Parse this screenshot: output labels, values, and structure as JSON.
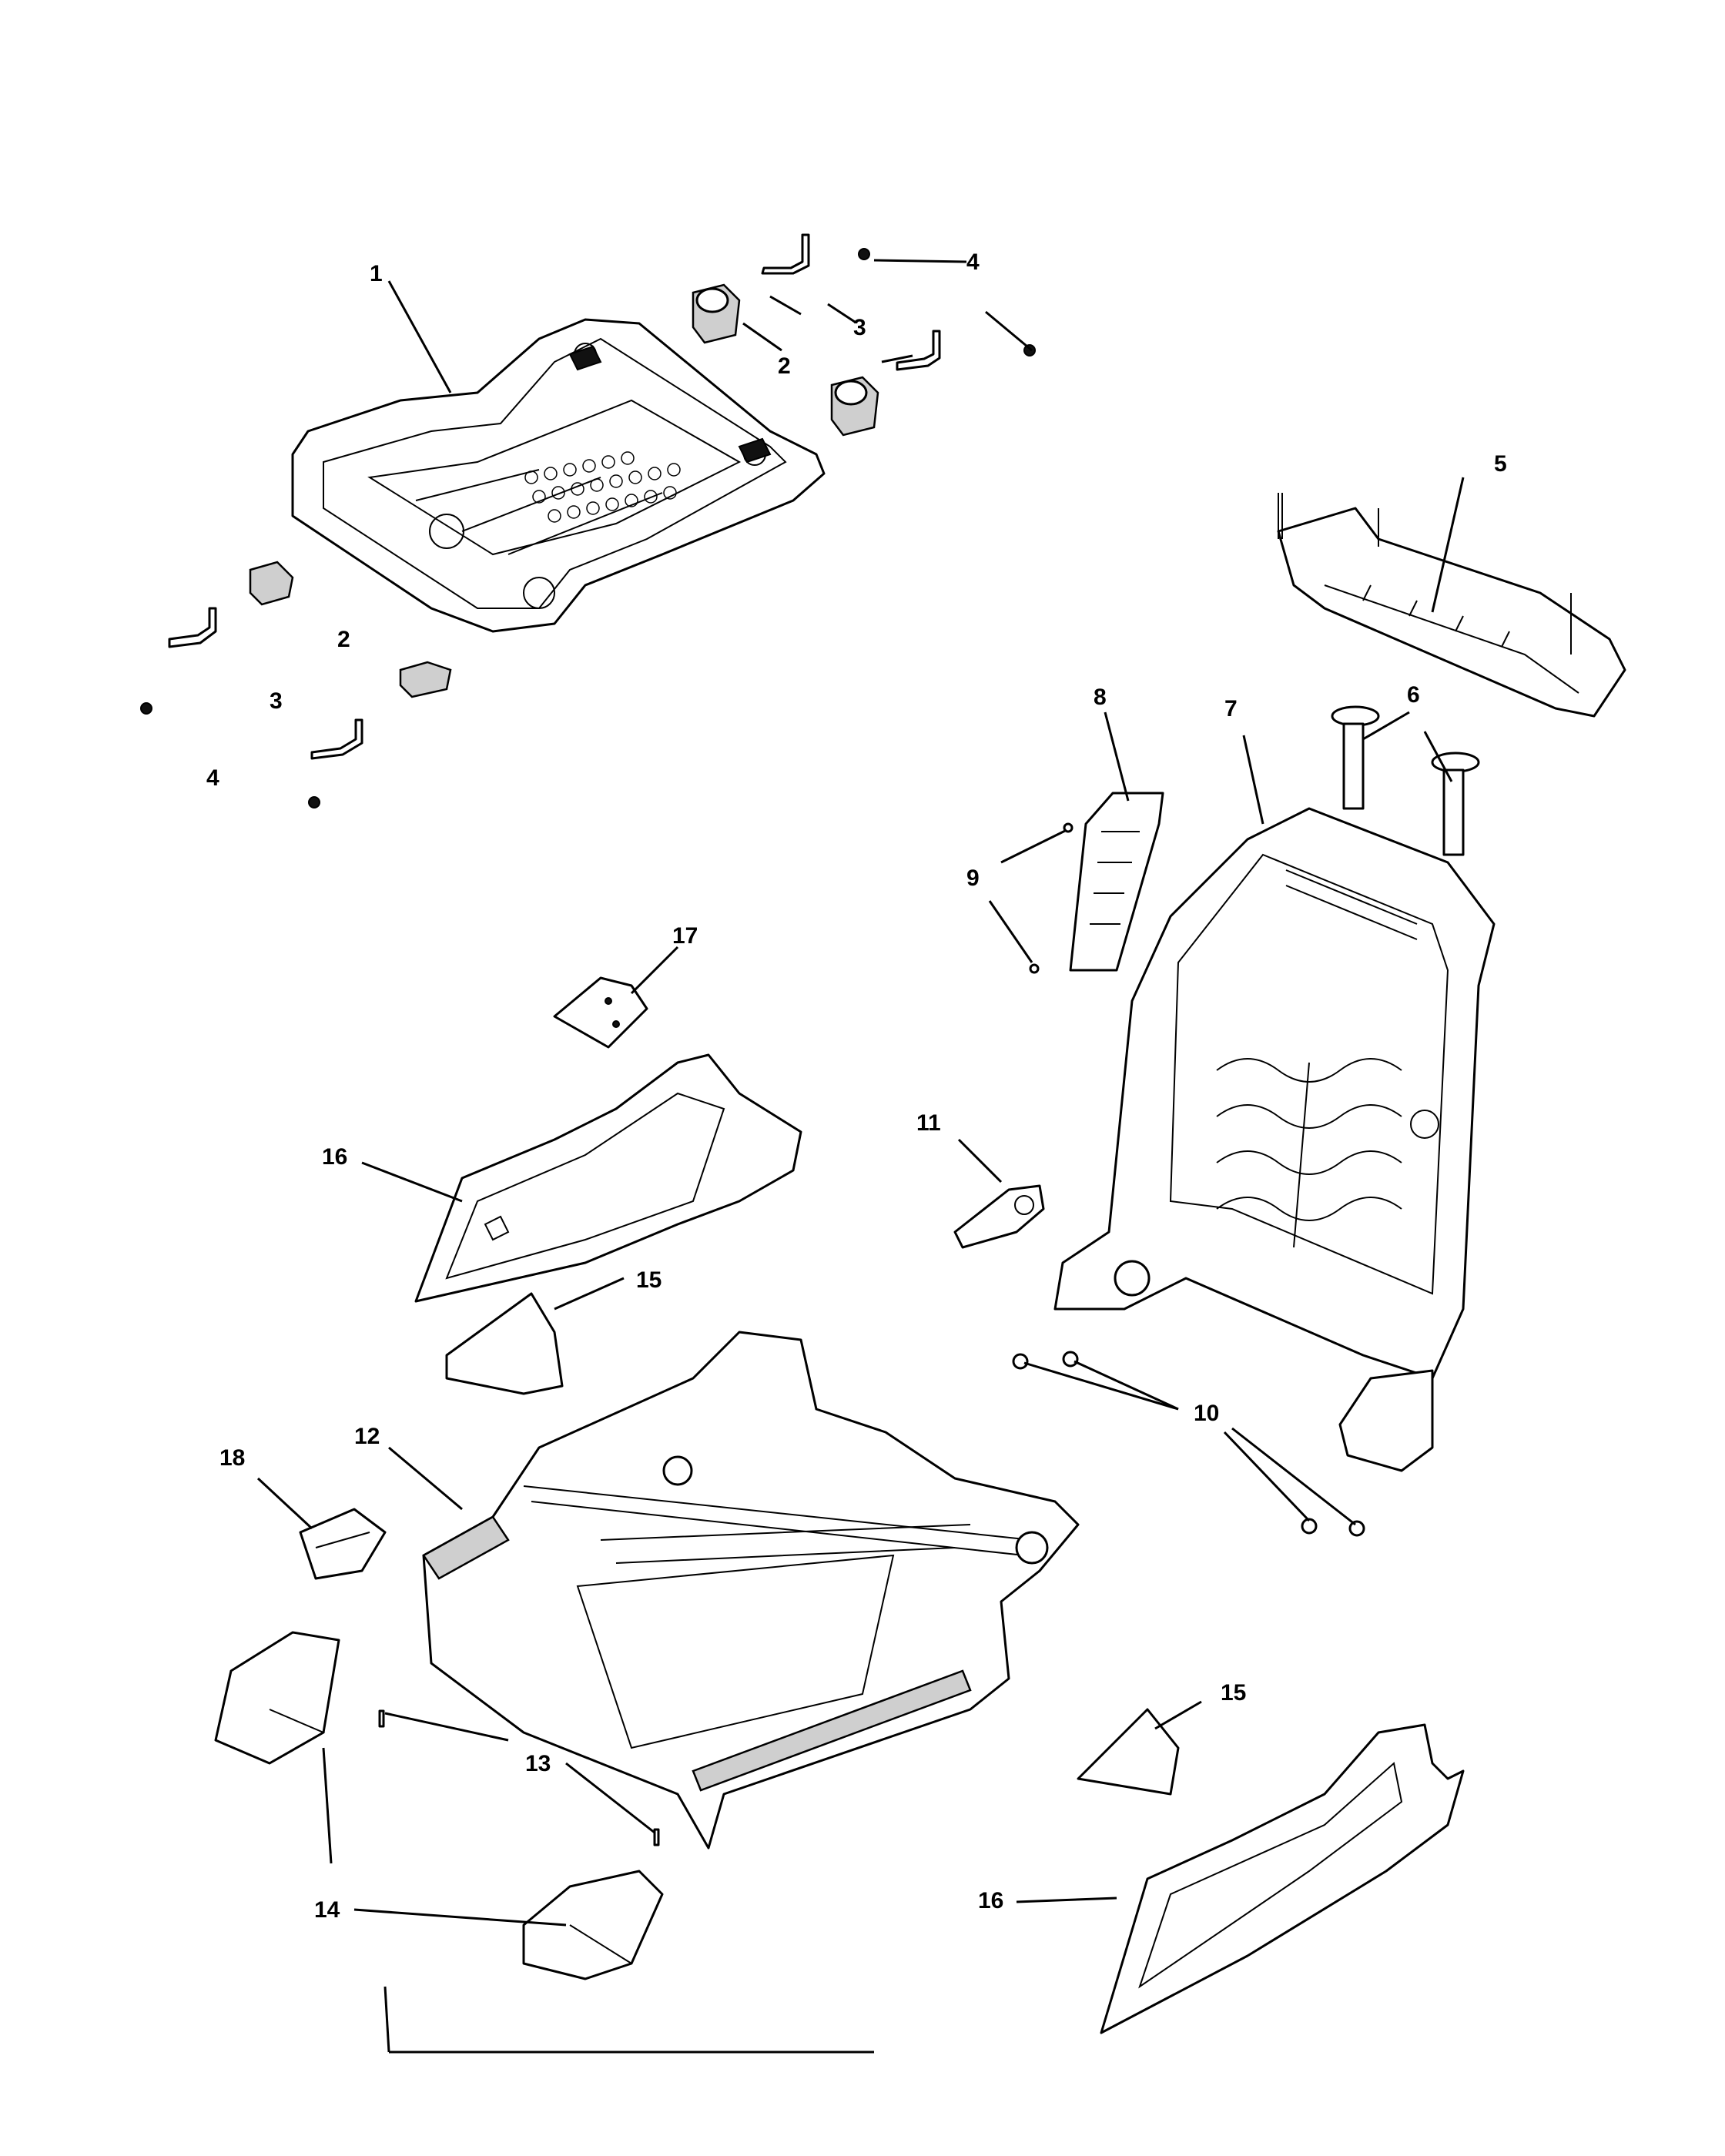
{
  "callouts": {
    "c1": "1",
    "c2a": "2",
    "c2b": "2",
    "c3a": "3",
    "c3b": "3",
    "c4a": "4",
    "c4b": "4",
    "c5": "5",
    "c6": "6",
    "c7": "7",
    "c8": "8",
    "c9": "9",
    "c10": "10",
    "c11": "11",
    "c12": "12",
    "c13": "13",
    "c14": "14",
    "c15a": "15",
    "c15b": "15",
    "c16a": "16",
    "c16b": "16",
    "c17": "17",
    "c18": "18"
  }
}
